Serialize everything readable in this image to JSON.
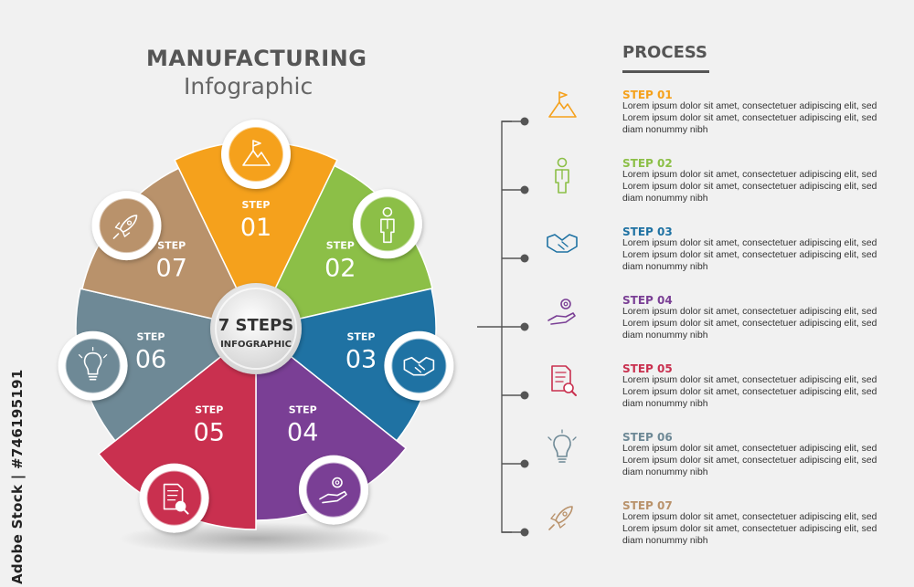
{
  "header": {
    "title": "MANUFACTURING",
    "subtitle": "Infographic"
  },
  "center": {
    "line1": "7 STEPS",
    "line2": "INFOGRAPHIC"
  },
  "process": {
    "title": "PROCESS",
    "description": "Lorem ipsum dolor sit amet, consectetuer adipiscing elit, sed Lorem ipsum dolor sit amet, consectetuer adipiscing elit, sed diam nonummy nibh"
  },
  "steps": [
    {
      "label": "STEP",
      "number": "01",
      "title": "STEP 01",
      "color": "#f5a11c",
      "icon": "mountain-flag-icon"
    },
    {
      "label": "STEP",
      "number": "02",
      "title": "STEP 02",
      "color": "#8cbf47",
      "icon": "businessman-icon"
    },
    {
      "label": "STEP",
      "number": "03",
      "title": "STEP 03",
      "color": "#1f72a3",
      "icon": "handshake-icon"
    },
    {
      "label": "STEP",
      "number": "04",
      "title": "STEP 04",
      "color": "#7a3f95",
      "icon": "gear-hand-icon"
    },
    {
      "label": "STEP",
      "number": "05",
      "title": "STEP 05",
      "color": "#c9304f",
      "icon": "document-search-icon"
    },
    {
      "label": "STEP",
      "number": "06",
      "title": "STEP 06",
      "color": "#6e8996",
      "icon": "lightbulb-icon"
    },
    {
      "label": "STEP",
      "number": "07",
      "title": "STEP 07",
      "color": "#b9926b",
      "icon": "rocket-icon"
    }
  ],
  "watermark": {
    "stock_id": "Adobe Stock | #746195191"
  }
}
